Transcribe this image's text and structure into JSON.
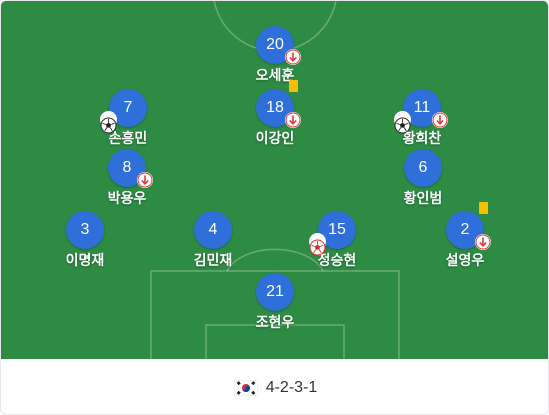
{
  "team": {
    "flag_icon": "south-korea-flag-icon",
    "formation": "4-2-3-1"
  },
  "colors": {
    "pitch": "#2e8b44",
    "player_circle": "#2f6fd9",
    "sub_arrow": "#e03b3b",
    "yellow_card": "#f6c000"
  },
  "players": {
    "st": {
      "number": "20",
      "name": "오세훈",
      "substituted": true
    },
    "lam": {
      "number": "7",
      "name": "손흥민",
      "goal": true
    },
    "cam": {
      "number": "18",
      "name": "이강인",
      "substituted": true,
      "yellow_card": true
    },
    "ram": {
      "number": "11",
      "name": "황희찬",
      "substituted": true,
      "goal": true
    },
    "ldm": {
      "number": "8",
      "name": "박용우",
      "substituted": true
    },
    "rdm": {
      "number": "6",
      "name": "황인범"
    },
    "lb": {
      "number": "3",
      "name": "이명재"
    },
    "lcb": {
      "number": "4",
      "name": "김민재"
    },
    "rcb": {
      "number": "15",
      "name": "정승현",
      "own_goal": true
    },
    "rb": {
      "number": "2",
      "name": "설영우",
      "substituted": true,
      "yellow_card": true
    },
    "gk": {
      "number": "21",
      "name": "조현우"
    }
  }
}
